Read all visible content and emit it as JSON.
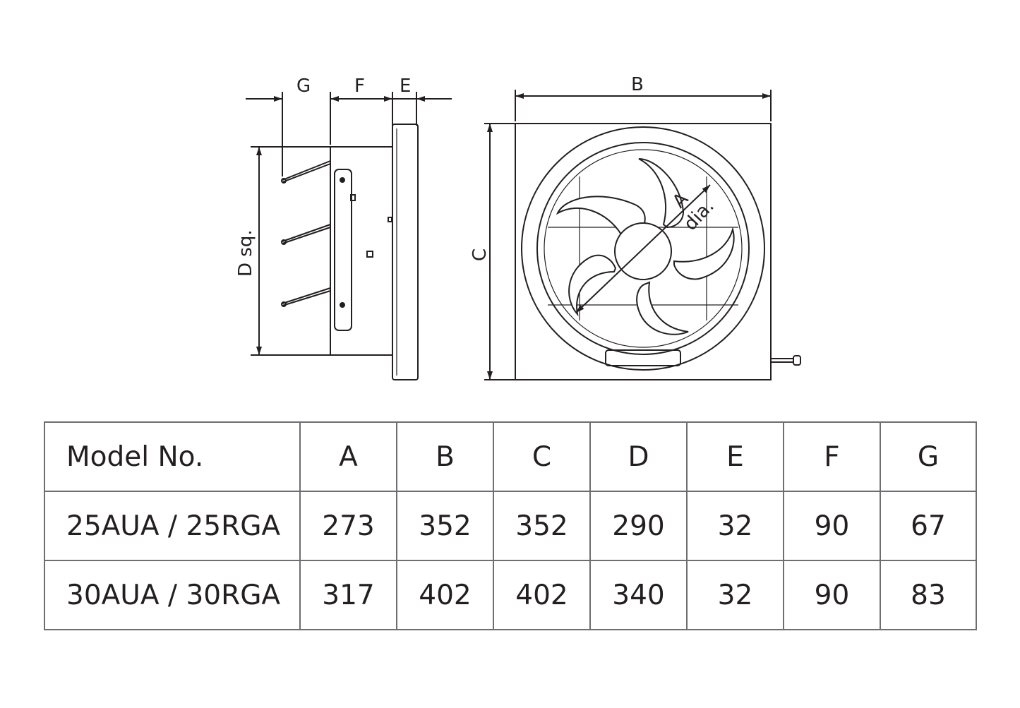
{
  "drawing": {
    "side_labels": {
      "G": "G",
      "F": "F",
      "E": "E",
      "D": "D sq."
    },
    "front_labels": {
      "B": "B",
      "C": "C",
      "A": "A",
      "dia": "dia."
    }
  },
  "table": {
    "header": [
      "Model No.",
      "A",
      "B",
      "C",
      "D",
      "E",
      "F",
      "G"
    ],
    "rows": [
      [
        "25AUA / 25RGA",
        "273",
        "352",
        "352",
        "290",
        "32",
        "90",
        "67"
      ],
      [
        "30AUA / 30RGA",
        "317",
        "402",
        "402",
        "340",
        "32",
        "90",
        "83"
      ]
    ]
  }
}
